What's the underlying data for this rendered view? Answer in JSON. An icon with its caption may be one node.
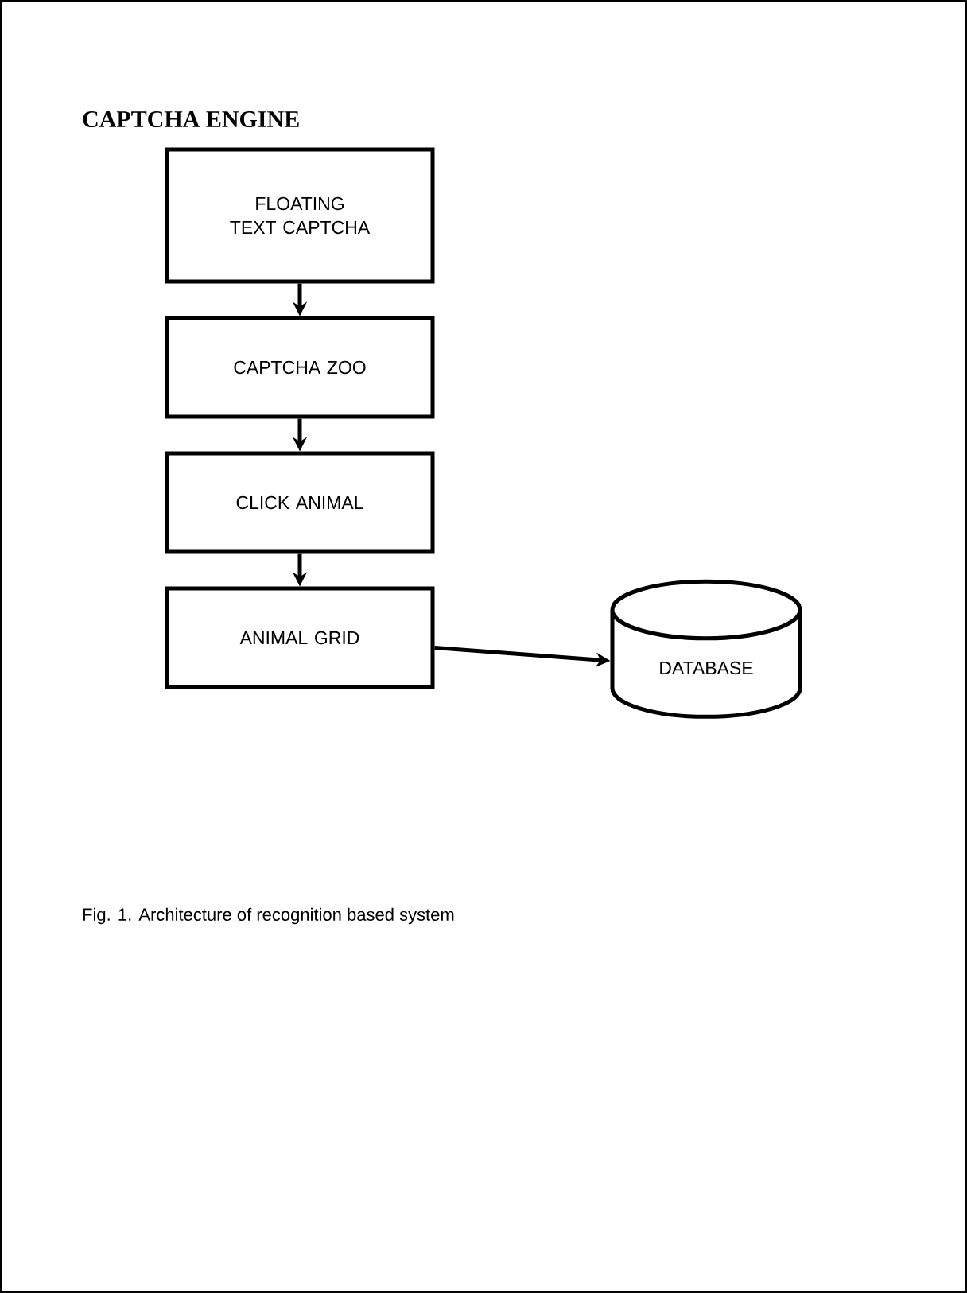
{
  "diagram": {
    "title": "CAPTCHA ENGINE",
    "caption": "Fig. 1. Architecture of recognition based system",
    "nodes": [
      {
        "text": [
          "FLOATING TEXT CAPTCHA"
        ]
      },
      {
        "text": [
          "CAPTCHA ZOO"
        ]
      },
      {
        "text": [
          "CLICK ANIMAL"
        ]
      },
      {
        "text": [
          "ANIMAL GRID"
        ]
      },
      {
        "text": [
          "DATABASE"
        ]
      }
    ],
    "edges": [
      {
        "from": 0,
        "to": 1,
        "arrow": "to"
      },
      {
        "from": 1,
        "to": 2,
        "arrow": "to"
      },
      {
        "from": 2,
        "to": 3,
        "arrow": "to"
      },
      {
        "from": 3,
        "to": 4,
        "arrow": "to"
      }
    ]
  }
}
